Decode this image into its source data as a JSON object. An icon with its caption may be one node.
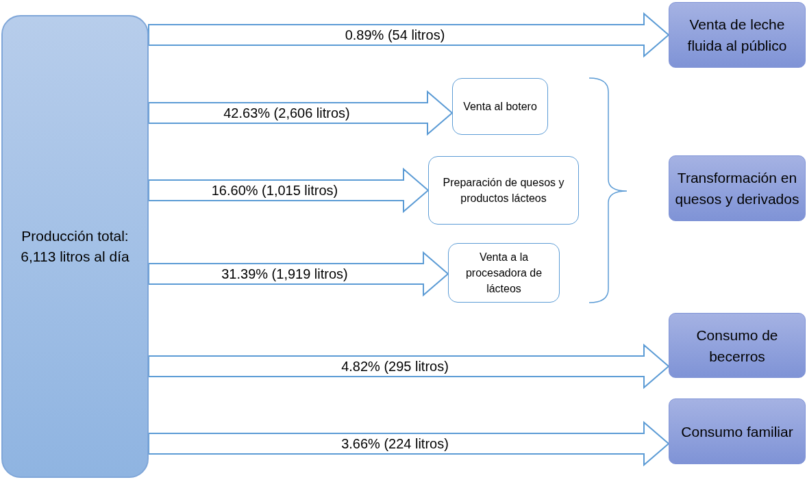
{
  "diagram": {
    "nodes": [
      {
        "text": [
          "Producción total: 6,113 litros al día"
        ]
      },
      {
        "text": [
          "Venta de leche fluida al público"
        ]
      },
      {
        "text": [
          "Venta al botero"
        ]
      },
      {
        "text": [
          "Preparación de quesos y productos lácteos"
        ]
      },
      {
        "text": [
          "Venta a la procesadora de lácteos"
        ]
      },
      {
        "text": [
          "Transformación en quesos y derivados"
        ]
      },
      {
        "text": [
          "Consumo de becerros"
        ]
      },
      {
        "text": [
          "Consumo familiar"
        ]
      }
    ],
    "edges": [
      {
        "from": 0,
        "to": 1,
        "arrow": "to",
        "label": "0.89% (54 litros)"
      },
      {
        "from": 0,
        "to": 2,
        "arrow": "to",
        "label": "42.63% (2,606 litros)"
      },
      {
        "from": 0,
        "to": 3,
        "arrow": "to",
        "label": "16.60% (1,015 litros)"
      },
      {
        "from": 0,
        "to": 4,
        "arrow": "to",
        "label": "31.39% (1,919 litros)"
      },
      {
        "from": 0,
        "to": 6,
        "arrow": "to",
        "label": "4.82% (295 litros)"
      },
      {
        "from": 0,
        "to": 7,
        "arrow": "to",
        "label": "3.66% (224 litros)"
      }
    ]
  }
}
